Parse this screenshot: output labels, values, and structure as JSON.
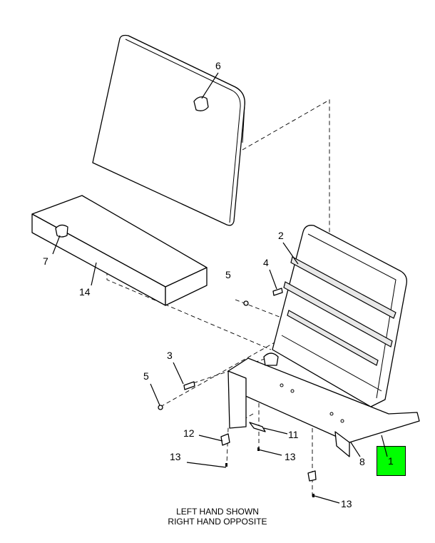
{
  "diagram": {
    "callouts": {
      "c6": "6",
      "c2": "2",
      "c4": "4",
      "c5a": "5",
      "c7": "7",
      "c14": "14",
      "c3": "3",
      "c5b": "5",
      "c12": "12",
      "c11": "11",
      "c13a": "13",
      "c13b": "13",
      "c8": "8",
      "c1": "1",
      "c13c": "13"
    },
    "highlighted_callout": "1",
    "highlight_color": "#00ff00",
    "caption_line1": "LEFT HAND SHOWN",
    "caption_line2": "RIGHT HAND OPPOSITE"
  }
}
